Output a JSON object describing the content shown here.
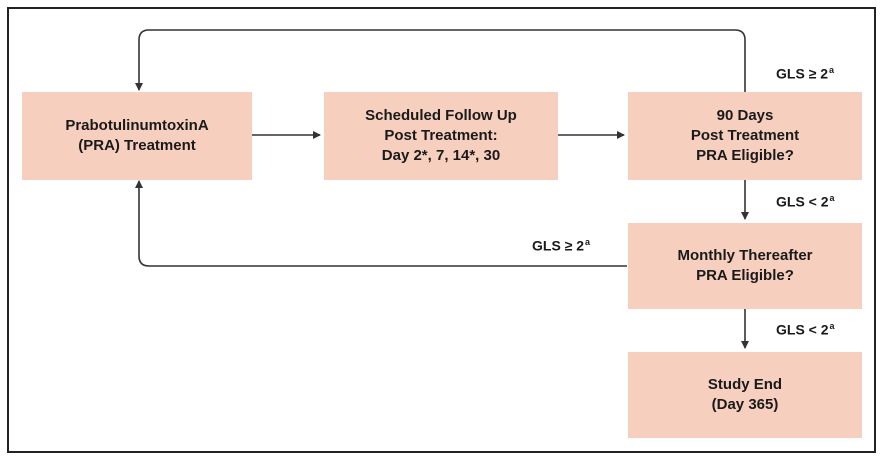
{
  "boxes": {
    "treatment": {
      "line1": "PrabotulinumtoxinA",
      "line2": "(PRA) Treatment"
    },
    "followup": {
      "line1": "Scheduled Follow Up",
      "line2": "Post Treatment:",
      "line3": "Day 2*, 7, 14*, 30"
    },
    "ninety": {
      "line1": "90 Days",
      "line2": "Post Treatment",
      "line3": "PRA Eligible?"
    },
    "monthly": {
      "line1": "Monthly Thereafter",
      "line2": "PRA Eligible?"
    },
    "end": {
      "line1": "Study End",
      "line2": "(Day 365)"
    }
  },
  "labels": {
    "gls_ge_top": {
      "text": "GLS ≥ 2",
      "sup": "a"
    },
    "gls_lt_mid": {
      "text": "GLS < 2",
      "sup": "a"
    },
    "gls_ge_mid": {
      "text": "GLS ≥ 2",
      "sup": "a"
    },
    "gls_lt_bottom": {
      "text": "GLS < 2",
      "sup": "a"
    }
  },
  "colors": {
    "box_fill": "#f7cfbf",
    "line": "#333333"
  }
}
